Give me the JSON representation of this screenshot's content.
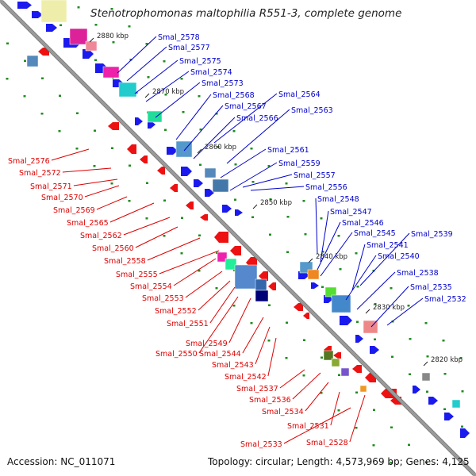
{
  "title": "Stenotrophomonas maltophilia R551-3, complete genome",
  "footer": {
    "accession": "Accession: NC_011071",
    "summary": "Topology: circular; Length: 4,573,969 bp; Genes: 4,125"
  },
  "colors": {
    "backbone": "#999999",
    "forward_label": "#0000cc",
    "reverse_label": "#dd0000",
    "tick": "#228b22"
  },
  "positions": [
    "2880 kbp",
    "2870 kbp",
    "2860 kbp",
    "2850 kbp",
    "2840 kbp",
    "2830 kbp",
    "2820 kbp"
  ],
  "forward_genes": [
    "Smal_2578",
    "Smal_2577",
    "Smal_2575",
    "Smal_2574",
    "Smal_2573",
    "Smal_2568",
    "Smal_2567",
    "Smal_2566",
    "Smal_2564",
    "Smal_2563",
    "Smal_2561",
    "Smal_2559",
    "Smal_2557",
    "Smal_2556",
    "Smal_2548",
    "Smal_2547",
    "Smal_2546",
    "Smal_2545",
    "Smal_2539",
    "Smal_2541",
    "Smal_2540",
    "Smal_2538",
    "Smal_2535",
    "Smal_2532"
  ],
  "reverse_genes": [
    "Smal_2576",
    "Smal_2572",
    "Smal_2571",
    "Smal_2570",
    "Smal_2569",
    "Smal_2565",
    "Smal_2562",
    "Smal_2560",
    "Smal_2558",
    "Smal_2555",
    "Smal_2554",
    "Smal_2553",
    "Smal_2552",
    "Smal_2551",
    "Smal_2549",
    "Smal_2550",
    "Smal_2544",
    "Smal_2543",
    "Smal_2542",
    "Smal_2537",
    "Smal_2536",
    "Smal_2534",
    "Smal_2531",
    "Smal_2533",
    "Smal_2528"
  ]
}
